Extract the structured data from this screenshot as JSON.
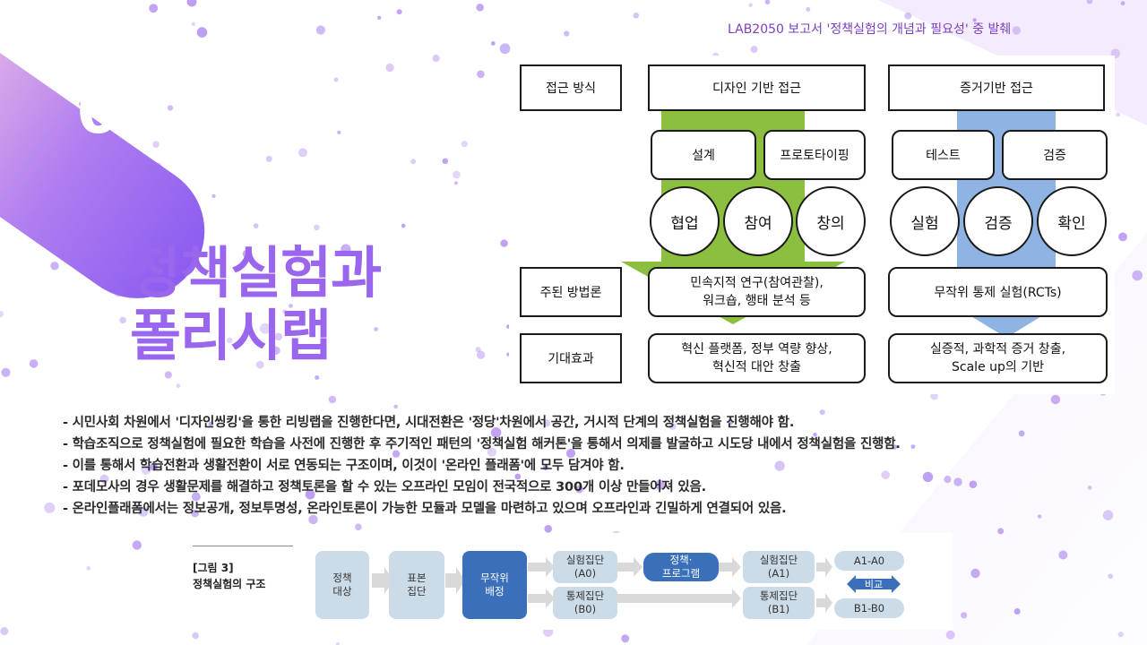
{
  "source_note": "LAB2050 보고서 '정책실험의 개념과 필요성' 중 발췌",
  "number": "03",
  "title_lines": [
    "정책실험과",
    "폴리시랩"
  ],
  "diagram": {
    "col_headers": {
      "approach": "접근 방식",
      "design": "디자인 기반 접근",
      "evidence": "증거기반 접근"
    },
    "design_methods": [
      "설계",
      "프로토타이핑"
    ],
    "design_values": [
      "협업",
      "참여",
      "창의"
    ],
    "evidence_methods": [
      "테스트",
      "검증"
    ],
    "evidence_values": [
      "실험",
      "검증",
      "확인"
    ],
    "row_labels": {
      "method": "주된 방법론",
      "effect": "기대효과"
    },
    "design_method_text": "민속지적 연구(참여관찰),\n워크숍, 행태 분석 등",
    "evidence_method_text": "무작위 통제 실험(RCTs)",
    "design_effect_text": "혁신 플랫폼, 정부 역량 향상,\n혁신적 대안 창출",
    "evidence_effect_text": "실증적, 과학적 증거 창출,\nScale up의 기반",
    "colors": {
      "green_arrow": "#8cbf3f",
      "blue_arrow": "#8fb4e3"
    }
  },
  "bullets": [
    "- 시민사회 차원에서 '디자인씽킹'을 통한 리빙랩을 진행한다면, 시대전환은 '정당'차원에서 공간, 거시적 단계의 정책실험을 진행해야 함.",
    "- 학습조직으로 정책실험에 필요한 학습을 사전에 진행한 후 주기적인 패턴의 '정책실험 해커톤'을 통해서 의제를 발굴하고 시도당 내에서 정책실험을 진행함.",
    "- 이를 통해서 학습전환과 생활전환이 서로 연동되는 구조이며, 이것이 '온라인 플래폼'에 모두 담겨야 함.",
    "- 포데모사의 경우 생활문제를 해결하고 정책토론을 할 수 있는 오프라인 모임이 전국적으로 300개 이상 만들어져 있음.",
    "- 온라인플래폼에서는 정보공개, 정보투명성, 온라인토론이 가능한 모듈과 모델을 마련하고 있으며 오프라인과 긴밀하게 연결되어 있음."
  ],
  "figure": {
    "caption": "[그림 3]",
    "subtitle": "정책실험의 구조",
    "policy_target": "정책\n대상",
    "sample_group": "표본\n집단",
    "random_assign": "무작위\n배정",
    "exp_group_a0": "실험집단\n(A0)",
    "ctrl_group_b0": "통제집단\n(B0)",
    "policy_program": "정책·\n프로그램",
    "exp_group_a1": "실험집단\n(A1)",
    "ctrl_group_b1": "통제집단\n(B1)",
    "a_diff": "A1-A0",
    "compare": "비교",
    "b_diff": "B1-B0"
  },
  "colors": {
    "title_purple": "#9a66ee",
    "note_purple": "#7b3fbf",
    "dot_purple": "#b08cf0"
  }
}
